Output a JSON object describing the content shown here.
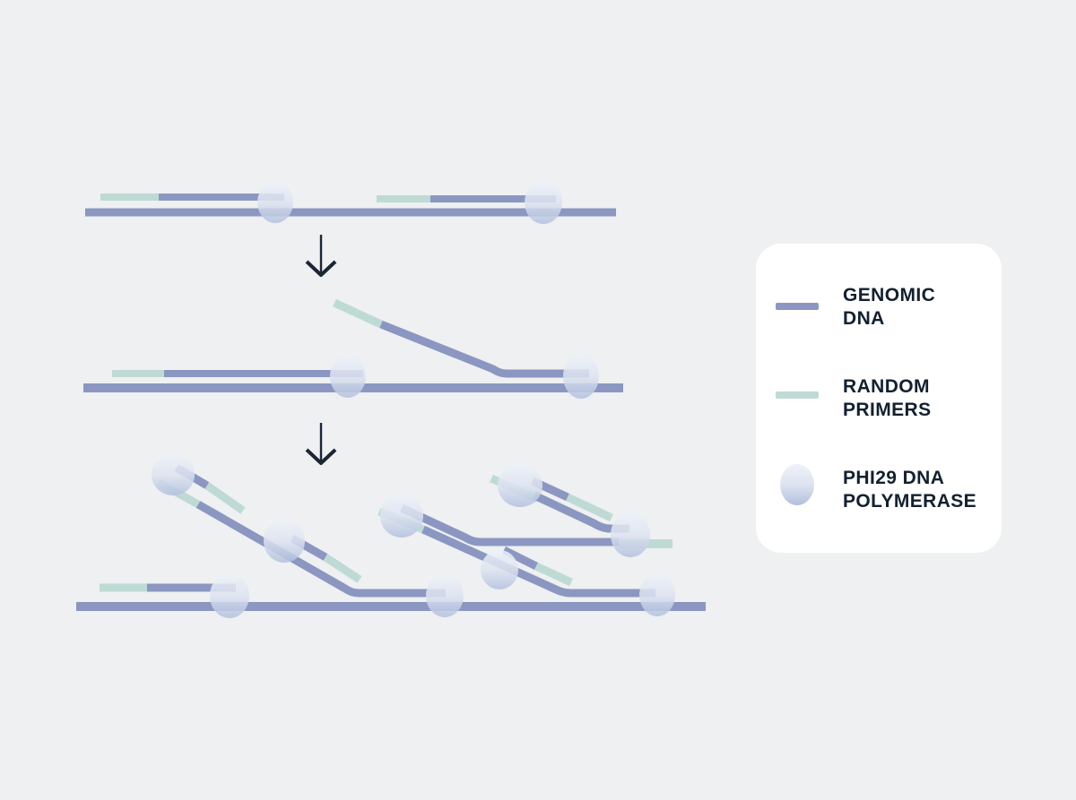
{
  "colors": {
    "background": "#eef0f1",
    "genomic_dna": "#8b97c1",
    "random_primer": "#bedad4",
    "polymerase_gradient_top": "#eef2f9",
    "polymerase_gradient_bottom": "#b2c0de",
    "arrow": "#1b2534",
    "legend_card": "#ffffff",
    "legend_text": "#132030"
  },
  "diagram": {
    "type": "process-flow",
    "stage_count": 3,
    "arrow_count": 2,
    "arrow_icon": "down-arrow"
  },
  "legend": {
    "items": [
      {
        "id": "genomic-dna",
        "label": "GENOMIC DNA",
        "lines": [
          "GENOMIC",
          "DNA"
        ],
        "swatch": "line",
        "color": "#8b97c1"
      },
      {
        "id": "random-primers",
        "label": "RANDOM PRIMERS",
        "lines": [
          "RANDOM",
          "PRIMERS"
        ],
        "swatch": "line",
        "color": "#bedad4"
      },
      {
        "id": "phi29-dna-polymerase",
        "label": "PHI29 DNA POLYMERASE",
        "lines": [
          "PHI29 DNA",
          "POLYMERASE"
        ],
        "swatch": "blob",
        "color": "gradient"
      }
    ]
  }
}
